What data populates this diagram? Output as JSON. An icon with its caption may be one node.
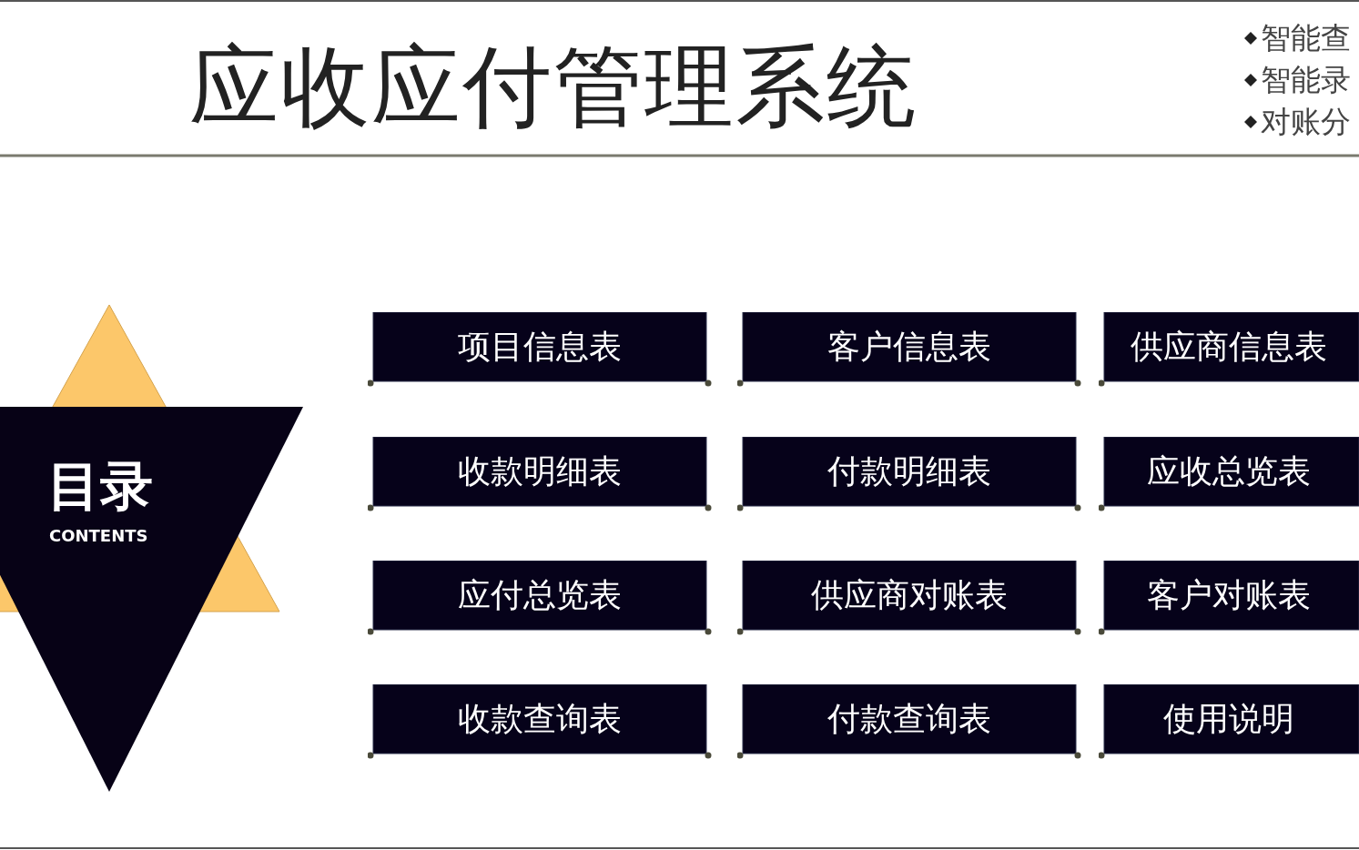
{
  "diagram": {
    "title": "应收应付管理系统",
    "nodes": [
      {
        "text": [
          "目录",
          "CONTENTS"
        ]
      },
      {
        "text": [
          "项目信息表"
        ]
      },
      {
        "text": [
          "客户信息表"
        ]
      },
      {
        "text": [
          "供应商信息表"
        ]
      },
      {
        "text": [
          "收款明细表"
        ]
      },
      {
        "text": [
          "付款明细表"
        ]
      },
      {
        "text": [
          "应收总览表"
        ]
      },
      {
        "text": [
          "应付总览表"
        ]
      },
      {
        "text": [
          "供应商对账表"
        ]
      },
      {
        "text": [
          "客户对账表"
        ]
      },
      {
        "text": [
          "收款查询表"
        ]
      },
      {
        "text": [
          "付款查询表"
        ]
      },
      {
        "text": [
          "使用说明"
        ]
      }
    ],
    "labels": [
      "智能查",
      "智能录",
      "对账分"
    ]
  }
}
